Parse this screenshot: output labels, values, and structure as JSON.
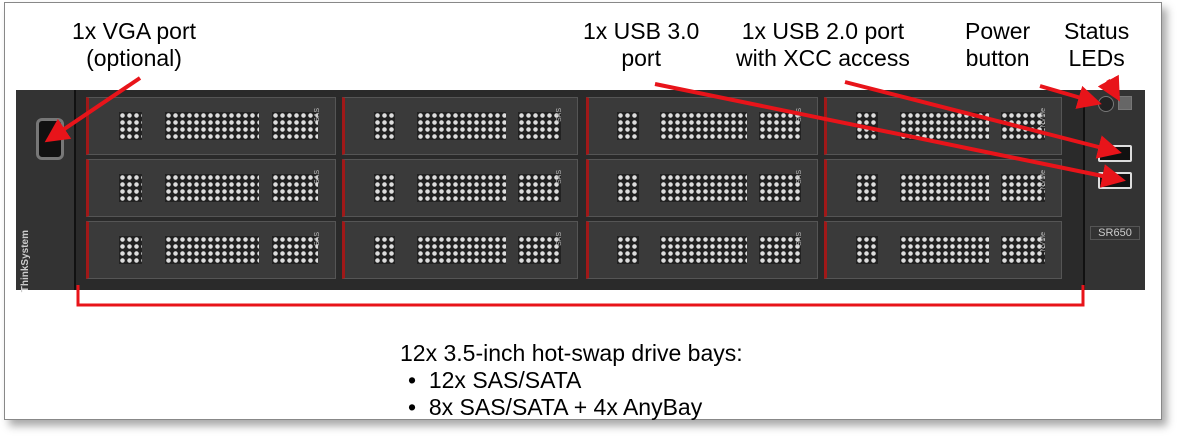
{
  "labels": {
    "vga": "1x VGA port\n(optional)",
    "vga_l1": "1x VGA port",
    "vga_l2": "(optional)",
    "usb3_l1": "1x USB 3.0",
    "usb3_l2": "port",
    "usb2_l1": "1x USB 2.0 port",
    "usb2_l2": "with XCC access",
    "power_l1": "Power",
    "power_l2": "button",
    "status_l1": "Status",
    "status_l2": "LEDs"
  },
  "bays": {
    "title": "12x 3.5-inch hot-swap drive bays:",
    "options": [
      "12x SAS/SATA",
      "8x SAS/SATA + 4x AnyBay"
    ]
  },
  "server": {
    "brand": "ThinkSystem",
    "model": "SR650",
    "drive_labels": [
      "SAS",
      "SAS",
      "SAS",
      "NVMe"
    ]
  },
  "colors": {
    "annotation": "#e8141a"
  }
}
